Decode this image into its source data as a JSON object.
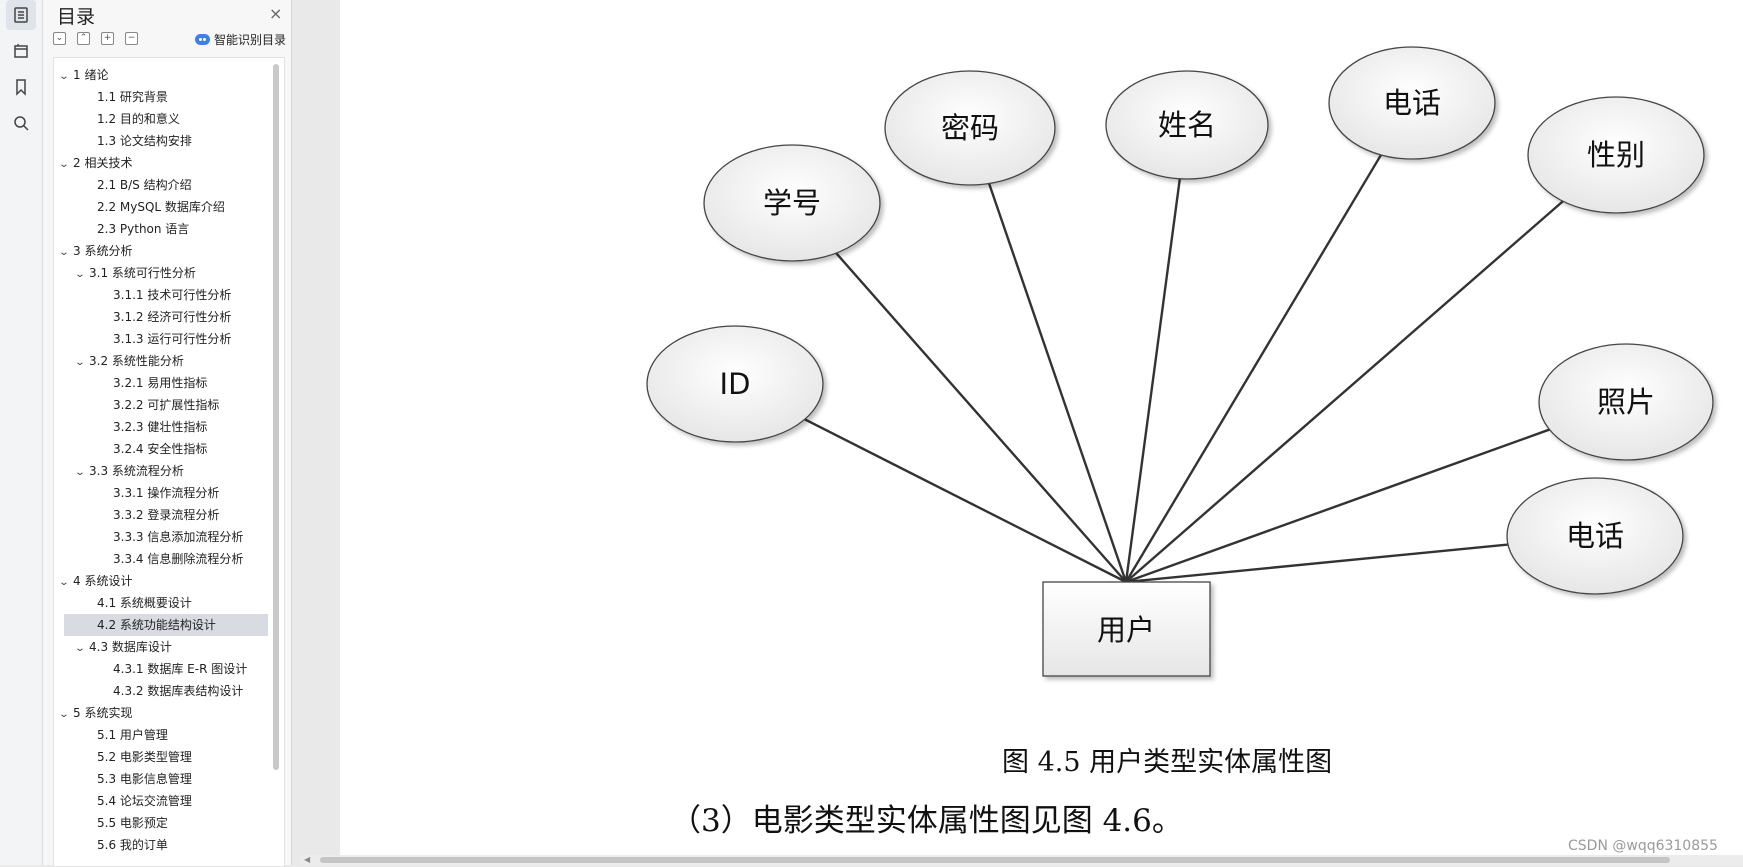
{
  "rail": {
    "icons": [
      "outline-icon",
      "bookmark-tree-icon",
      "bookmark-icon",
      "search-icon"
    ]
  },
  "toc": {
    "title": "目录",
    "close": "×",
    "smart_label": "智能识别目录",
    "items": [
      {
        "label": "1  绪论",
        "level": 0,
        "expanded": true
      },
      {
        "label": "1.1  研究背景",
        "level": 1
      },
      {
        "label": "1.2  目的和意义",
        "level": 1
      },
      {
        "label": "1.3  论文结构安排",
        "level": 1
      },
      {
        "label": "2  相关技术",
        "level": 0,
        "expanded": true
      },
      {
        "label": "2.1 B/S 结构介绍",
        "level": 1
      },
      {
        "label": "2.2 MySQL 数据库介绍",
        "level": 1
      },
      {
        "label": "2.3 Python 语言",
        "level": 1
      },
      {
        "label": "3  系统分析",
        "level": 0,
        "expanded": true
      },
      {
        "label": "3.1  系统可行性分析",
        "level": 1,
        "expanded": true
      },
      {
        "label": "3.1.1  技术可行性分析",
        "level": 2
      },
      {
        "label": "3.1.2  经济可行性分析",
        "level": 2
      },
      {
        "label": "3.1.3  运行可行性分析",
        "level": 2
      },
      {
        "label": "3.2  系统性能分析",
        "level": 1,
        "expanded": true
      },
      {
        "label": "3.2.1  易用性指标",
        "level": 2
      },
      {
        "label": "3.2.2  可扩展性指标",
        "level": 2
      },
      {
        "label": "3.2.3  健壮性指标",
        "level": 2
      },
      {
        "label": "3.2.4  安全性指标",
        "level": 2
      },
      {
        "label": "3.3  系统流程分析",
        "level": 1,
        "expanded": true
      },
      {
        "label": "3.3.1  操作流程分析",
        "level": 2
      },
      {
        "label": "3.3.2  登录流程分析",
        "level": 2
      },
      {
        "label": "3.3.3  信息添加流程分析",
        "level": 2
      },
      {
        "label": "3.3.4  信息删除流程分析",
        "level": 2
      },
      {
        "label": "4  系统设计",
        "level": 0,
        "expanded": true
      },
      {
        "label": "4.1  系统概要设计",
        "level": 1
      },
      {
        "label": "4.2  系统功能结构设计",
        "level": 1,
        "selected": true
      },
      {
        "label": "4.3  数据库设计",
        "level": 1,
        "expanded": true
      },
      {
        "label": "4.3.1  数据库 E-R 图设计",
        "level": 2
      },
      {
        "label": "4.3.2  数据库表结构设计",
        "level": 2
      },
      {
        "label": "5  系统实现",
        "level": 0,
        "expanded": true
      },
      {
        "label": "5.1  用户管理",
        "level": 1
      },
      {
        "label": "5.2  电影类型管理",
        "level": 1
      },
      {
        "label": "5.3  电影信息管理",
        "level": 1
      },
      {
        "label": "5.4  论坛交流管理",
        "level": 1
      },
      {
        "label": "5.5  电影预定",
        "level": 1
      },
      {
        "label": "5.6  我的订单",
        "level": 1
      }
    ]
  },
  "diagram": {
    "entity": "用户",
    "attributes": [
      "ID",
      "学号",
      "密码",
      "姓名",
      "电话",
      "性别",
      "照片",
      "电话"
    ]
  },
  "caption": "图 4.5  用户类型实体属性图",
  "paragraph": "（3）电影类型实体属性图见图 4.6。",
  "watermark": "CSDN @wqq6310855"
}
